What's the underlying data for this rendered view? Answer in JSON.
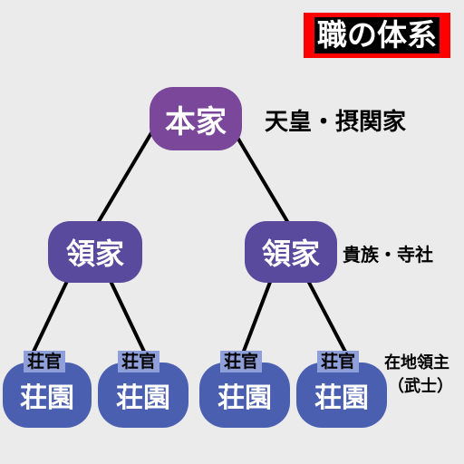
{
  "title": "職の体系",
  "nodes": {
    "honke": "本家",
    "ryoke_left": "領家",
    "ryoke_right": "領家",
    "shoen": [
      "荘園",
      "荘園",
      "荘園",
      "荘園"
    ]
  },
  "tags": [
    "荘官",
    "荘官",
    "荘官",
    "荘官"
  ],
  "side_labels": {
    "top": "天皇・摂関家",
    "middle": "貴族・寺社",
    "bottom_line1": "在地領主",
    "bottom_line2": "（武士）"
  },
  "colors": {
    "background": "#ebebeb",
    "title_bg": "#ff0000",
    "honke": "#7a479b",
    "ryoke": "#5a4a9e",
    "shoen": "#4a5fb0",
    "tag": "#8e9fd9"
  }
}
